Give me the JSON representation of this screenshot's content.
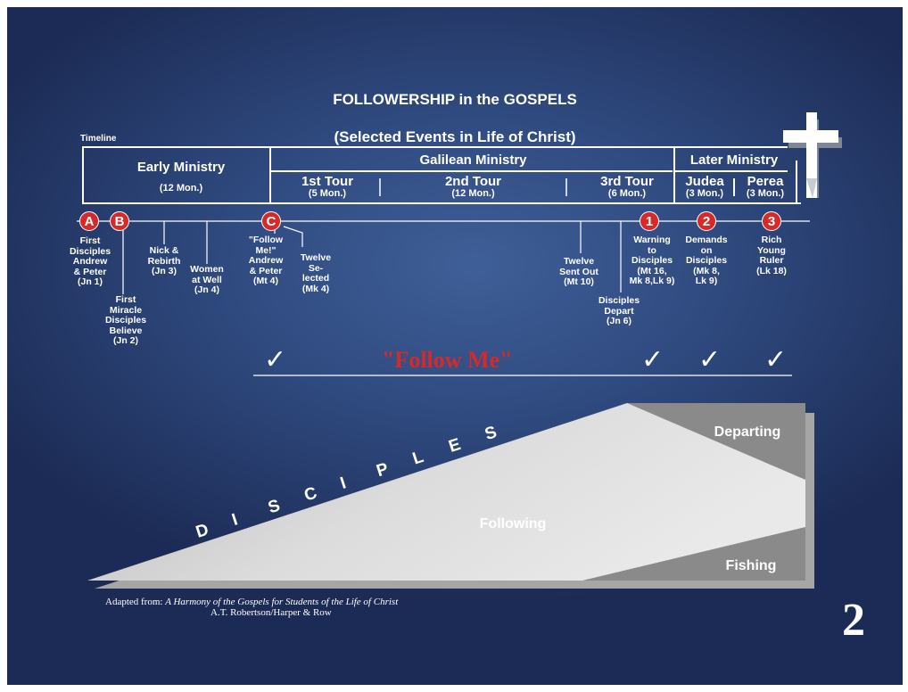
{
  "title": {
    "line1": "FOLLOWERSHIP in the GOSPELS",
    "line2": "(Selected Events in Life of Christ)"
  },
  "timeline_label": "Timeline",
  "periods": {
    "early": {
      "name": "Early Ministry",
      "duration": "(12 Mon.)"
    },
    "galilean": {
      "name": "Galilean Ministry",
      "tour1": {
        "name": "1st Tour",
        "duration": "(5 Mon.)"
      },
      "tour2": {
        "name": "2nd Tour",
        "duration": "(12 Mon.)"
      },
      "tour3": {
        "name": "3rd Tour",
        "duration": "(6 Mon.)"
      }
    },
    "later": {
      "name": "Later Ministry",
      "judea": {
        "name": "Judea",
        "duration": "(3 Mon.)"
      },
      "perea": {
        "name": "Perea",
        "duration": "(3 Mon.)"
      }
    }
  },
  "markers": {
    "a": "A",
    "b": "B",
    "c": "C",
    "one": "1",
    "two": "2",
    "three": "3"
  },
  "events": {
    "first_disciples": "First\nDisciples\nAndrew\n& Peter\n(Jn 1)",
    "first_miracle": "First\nMiracle\nDisciples\nBelieve\n(Jn 2)",
    "nick": "Nick &\nRebirth\n(Jn 3)",
    "women": "Women\nat Well\n(Jn 4)",
    "follow_me": "\"Follow\nMe!\"\nAndrew\n& Peter\n(Mt 4)",
    "twelve_selected": "Twelve\nSe-\nlected\n(Mk 4)",
    "twelve_sent": "Twelve\nSent Out\n(Mt 10)",
    "disciples_depart": "Disciples\nDepart\n(Jn 6)",
    "warning": "Warning\nto\nDisciples\n(Mt 16,\nMk 8,Lk 9)",
    "demands": "Demands\non\nDisciples\n(Mk 8,\nLk 9)",
    "rich": "Rich\nYoung\nRuler\n(Lk 18)"
  },
  "check_mark": "✓",
  "follow_me_banner": "\"Follow Me\"",
  "wedge": {
    "disciples_letters": [
      "D",
      "I",
      "S",
      "C",
      "I",
      "P",
      "L",
      "E",
      "S"
    ],
    "departing": "Departing",
    "following": "Following",
    "fishing": "Fishing"
  },
  "credit": {
    "prefix": "Adapted from: ",
    "book": "A Harmony of the Gospels for Students of the Life of Christ",
    "author": "A.T. Robertson/Harper & Row"
  },
  "page_number": "2",
  "colors": {
    "marker_red": "#d62a2a",
    "follow_me_red": "#d62a2a",
    "wedge_light": "#cfcfcf",
    "wedge_dark": "#8c8c8c",
    "shadow": "#a6a6a6"
  }
}
